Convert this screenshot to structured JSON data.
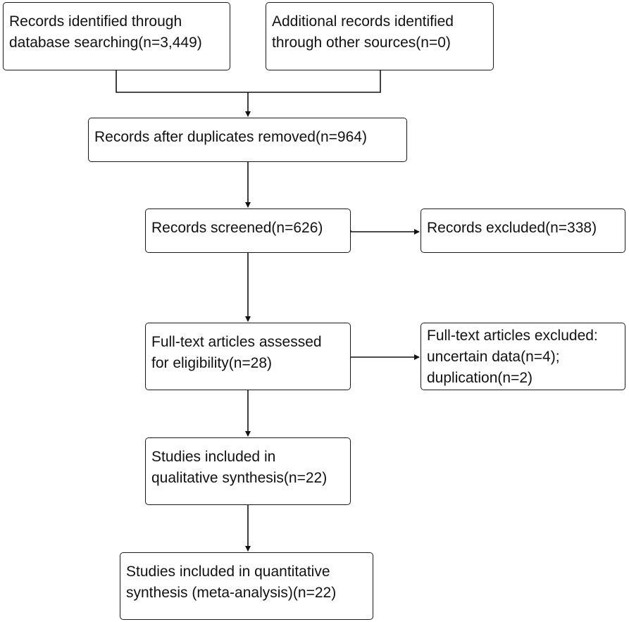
{
  "boxes": {
    "identified": {
      "lines": [
        "Records identified through",
        "database searching(n=3,449)"
      ]
    },
    "additional": {
      "lines": [
        "Additional records identified",
        "through other sources(n=0)"
      ]
    },
    "after_duplicates": {
      "lines": [
        "Records after duplicates removed(n=964)"
      ]
    },
    "screened": {
      "lines": [
        "Records screened(n=626)"
      ]
    },
    "excluded": {
      "lines": [
        "Records excluded(n=338)"
      ]
    },
    "fulltext": {
      "lines": [
        "Full-text articles assessed",
        "for eligibility(n=28)"
      ]
    },
    "fulltext_excluded": {
      "lines": [
        "Full-text articles excluded:",
        "uncertain data(n=4);",
        "duplication(n=2)"
      ]
    },
    "qualitative": {
      "lines": [
        "Studies included in",
        "qualitative synthesis(n=22)"
      ]
    },
    "quantitative": {
      "lines": [
        "Studies included in quantitative",
        "synthesis (meta-analysis)(n=22)"
      ]
    }
  }
}
